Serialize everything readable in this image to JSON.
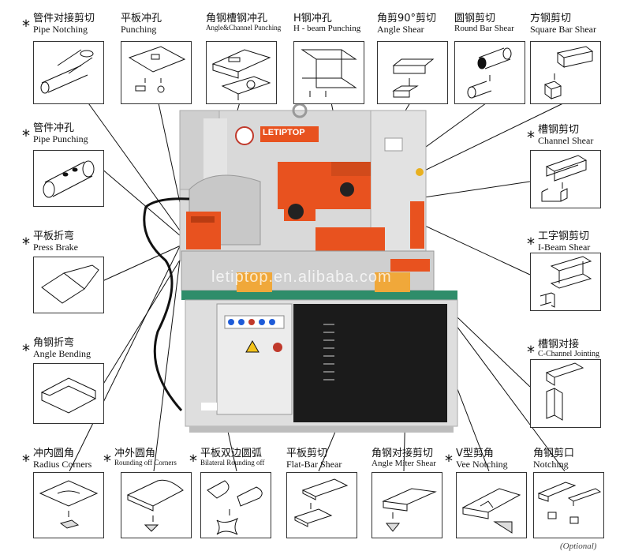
{
  "labels": {
    "pipe_notching": {
      "cn": "管件对接剪切",
      "en": "Pipe Notching"
    },
    "punching": {
      "cn": "平板冲孔",
      "en": "Punching"
    },
    "angle_channel_punching": {
      "cn": "角钢槽钢冲孔",
      "en": "Angle&Channel Punching"
    },
    "h_beam_punching": {
      "cn": "H钢冲孔",
      "en": "H - beam Punching"
    },
    "angle_shear": {
      "cn": "角剪90°剪切",
      "en": "Angle Shear"
    },
    "round_bar_shear": {
      "cn": "圆钢剪切",
      "en": "Round Bar Shear"
    },
    "square_bar_shear": {
      "cn": "方钢剪切",
      "en": "Square Bar Shear"
    },
    "pipe_punching": {
      "cn": "管件冲孔",
      "en": "Pipe Punching"
    },
    "channel_shear": {
      "cn": "槽钢剪切",
      "en": "Channel Shear"
    },
    "press_brake": {
      "cn": "平板折弯",
      "en": "Press Brake"
    },
    "i_beam_shear": {
      "cn": "工字钢剪切",
      "en": "I-Beam Shear"
    },
    "angle_bending": {
      "cn": "角钢折弯",
      "en": "Angle Bending"
    },
    "c_channel_jointing": {
      "cn": "槽钢对接",
      "en": "C-Channel Jointing"
    },
    "radius_corners": {
      "cn": "冲内圆角",
      "en": "Radius Corners"
    },
    "rounding_off_corners": {
      "cn": "冲外圆角",
      "en": "Rounding off Corners"
    },
    "bilateral_rounding_off": {
      "cn": "平板双边圆弧",
      "en": "Bilateral Rounding off"
    },
    "flat_bar_shear": {
      "cn": "平板剪切",
      "en": "Flat-Bar Shear"
    },
    "angle_miter_shear": {
      "cn": "角钢对接剪切",
      "en": "Angle Miter Shear"
    },
    "vee_notching": {
      "cn": "V型剪角",
      "en": "Vee Notching"
    },
    "notching": {
      "cn": "角钢剪口",
      "en": "Notching"
    }
  },
  "star": "*",
  "machine": {
    "brand": "LETIPTOP",
    "watermark": "letiptop.en.alibaba.com"
  },
  "footer": "(Optional)",
  "colors": {
    "accent": "#e8521f",
    "machine": "#dcdcdc",
    "panel": "#1b1b1b"
  }
}
